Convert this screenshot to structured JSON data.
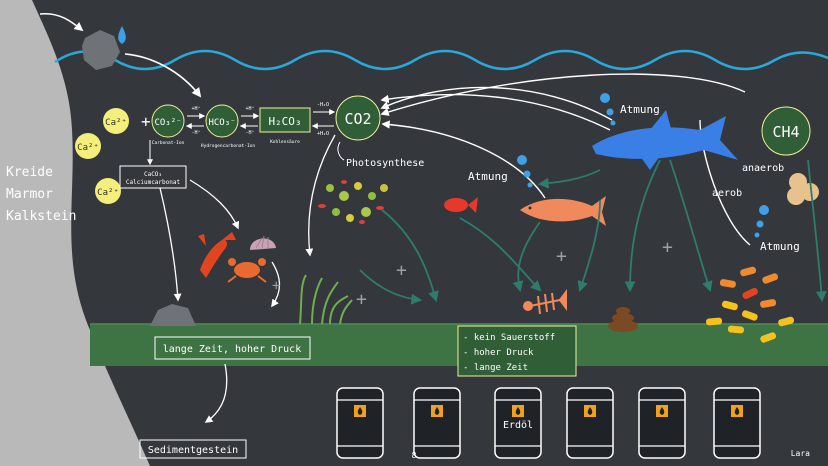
{
  "left_words": [
    "Kreide",
    "Marmor",
    "Kalkstein"
  ],
  "ions": {
    "ca1": "Ca²⁺",
    "ca2": "Ca²⁺",
    "ca3": "Ca²⁺",
    "carbonate": "CO₃²⁻",
    "carbonate_name": "Carbonat-Ion",
    "hydrogencarbonate": "HCO₃⁻",
    "hydrogencarbonate_name": "Hydrogencarbonat-Ion",
    "carbonic_acid": "H₂CO₃",
    "carbonic_acid_name": "Kohlensäure",
    "co2": "CO2",
    "h_plus_top_1": "+H⁺",
    "h_plus_bot_1": "-H⁺",
    "h_plus_top_2": "+H⁺",
    "h_plus_bot_2": "-H⁺",
    "water_top": "+H₂O",
    "water_bot": "-H₂O",
    "plus": "+"
  },
  "caco3": {
    "formula": "CaCO₃",
    "name": "Calciumcarbonat"
  },
  "labels": {
    "photosynthese": "Photosynthese",
    "atmung_shark": "Atmung",
    "atmung_fish": "Atmung",
    "atmung_right": "Atmung",
    "ch4": "CH4",
    "anaerob": "anaerob",
    "aerob": "aerob",
    "erdoel": "Erdöl",
    "page_number": "8",
    "author": "Lara"
  },
  "boxes": {
    "pressure": "lange Zeit, hoher Druck",
    "sediment": "Sedimentgestein",
    "conditions": [
      "- kein Sauerstoff",
      "- hoher Druck",
      "- lange Zeit"
    ]
  },
  "colors": {
    "board": "#34383d",
    "water_line": "#29a8dc",
    "sediment": "#3e7343",
    "circle_green": "#2f5e37",
    "circle_stroke": "#f2ef9a",
    "ca_fill": "#f4ee7a",
    "arrow_teal": "#2e7c6c",
    "shark": "#3a7fe6",
    "fish": "#f08a5d",
    "oil_barrel": "#1f2226"
  }
}
